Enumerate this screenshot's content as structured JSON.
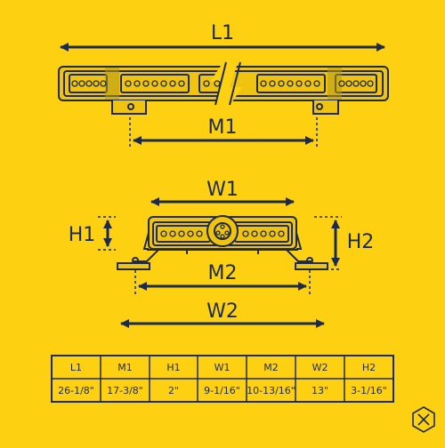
{
  "colors": {
    "background": "#fdd111",
    "ink": "#1d2a4a",
    "bar_fill": "#f0c40e",
    "led_shadow": "#b89a1a"
  },
  "labels": {
    "L1": "L1",
    "M1": "M1",
    "W1": "W1",
    "H1": "H1",
    "H2": "H2",
    "M2": "M2",
    "W2": "W2"
  },
  "table": {
    "headers": [
      "L1",
      "M1",
      "H1",
      "W1",
      "M2",
      "W2",
      "H2"
    ],
    "values": [
      "26-1/8\"",
      "17-3/8\"",
      "2\"",
      "9-1/16\"",
      "10-13/16\"",
      "13\"",
      "3-1/16\""
    ]
  },
  "logo_icon": "x-hexagon-logo-icon"
}
